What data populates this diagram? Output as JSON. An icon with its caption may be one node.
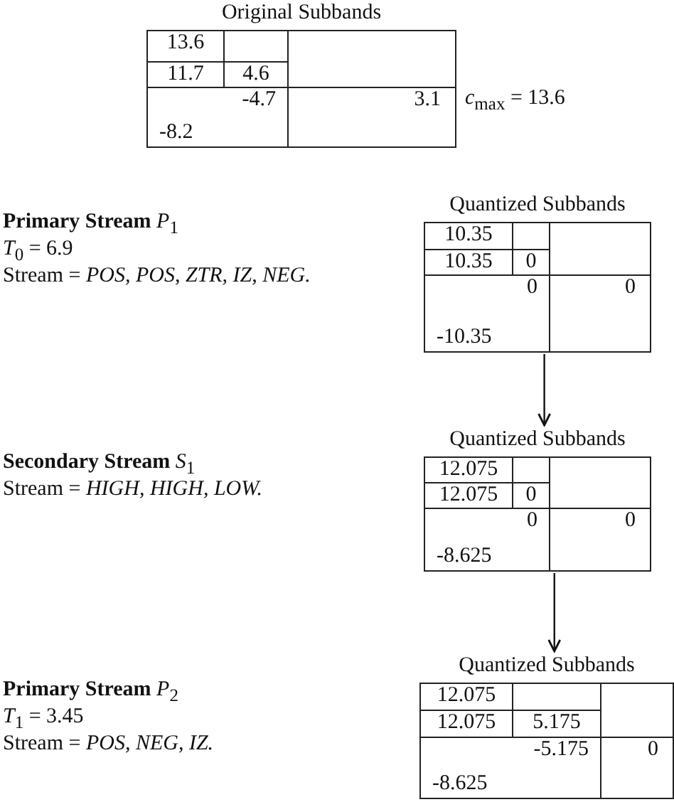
{
  "diagram": {
    "nodes": [
      {
        "text": [
          "Original Subbands"
        ]
      },
      {
        "text": [
          "13.6"
        ],
        "in": 0
      },
      {
        "text": [],
        "shape": "box",
        "in": 0
      },
      {
        "text": [
          "11.7"
        ],
        "in": 0
      },
      {
        "text": [
          "4.6"
        ],
        "in": 0
      },
      {
        "text": [],
        "shape": "box",
        "in": 0
      },
      {
        "text": [
          "-4.7",
          "-8.2"
        ],
        "in": 0
      },
      {
        "text": [
          "3.1"
        ],
        "in": 0
      },
      {
        "text": [
          "Quantized Subbands"
        ]
      },
      {
        "text": [
          "10.35"
        ],
        "in": 8
      },
      {
        "text": [],
        "shape": "box",
        "in": 8
      },
      {
        "text": [
          "10.35"
        ],
        "in": 8
      },
      {
        "text": [
          "0"
        ],
        "in": 8
      },
      {
        "text": [],
        "shape": "box",
        "in": 8
      },
      {
        "text": [
          "0",
          "-10.35"
        ],
        "in": 8
      },
      {
        "text": [
          "0"
        ],
        "in": 8
      },
      {
        "text": [
          "Quantized Subbands"
        ]
      },
      {
        "text": [
          "12.075"
        ],
        "in": 16
      },
      {
        "text": [],
        "shape": "box",
        "in": 16
      },
      {
        "text": [
          "12.075"
        ],
        "in": 16
      },
      {
        "text": [
          "0"
        ],
        "in": 16
      },
      {
        "text": [],
        "shape": "box",
        "in": 16
      },
      {
        "text": [
          "0",
          "-8.625"
        ],
        "in": 16
      },
      {
        "text": [
          "0"
        ],
        "in": 16
      },
      {
        "text": [
          "Quantized Subbands"
        ]
      },
      {
        "text": [
          "12.075"
        ],
        "in": 24
      },
      {
        "text": [],
        "shape": "box",
        "in": 24
      },
      {
        "text": [
          "12.075"
        ],
        "in": 24
      },
      {
        "text": [
          "5.175"
        ],
        "in": 24
      },
      {
        "text": [],
        "shape": "box",
        "in": 24
      },
      {
        "text": [
          "-5.175",
          "-8.625"
        ],
        "in": 24
      },
      {
        "text": [
          "0"
        ],
        "in": 24
      }
    ],
    "edges": [
      {
        "from": 8,
        "to": 16,
        "arrow": "to"
      },
      {
        "from": 16,
        "to": 24,
        "arrow": "to"
      }
    ],
    "labels": [
      "*c*$_{max}$ = 13.6",
      "**Primary Stream** *P*$_{1}$",
      "*T*$_{0}$ = 6.9",
      "Stream = *POS, POS, ZTR, IZ, NEG.*",
      "**Secondary Stream** *S*$_{1}$",
      "Stream = *HIGH, HIGH, LOW.*",
      "**Primary Stream** *P*$_{2}$",
      "*T*$_{1}$ = 3.45",
      "Stream = *POS, NEG, IZ.*"
    ]
  }
}
